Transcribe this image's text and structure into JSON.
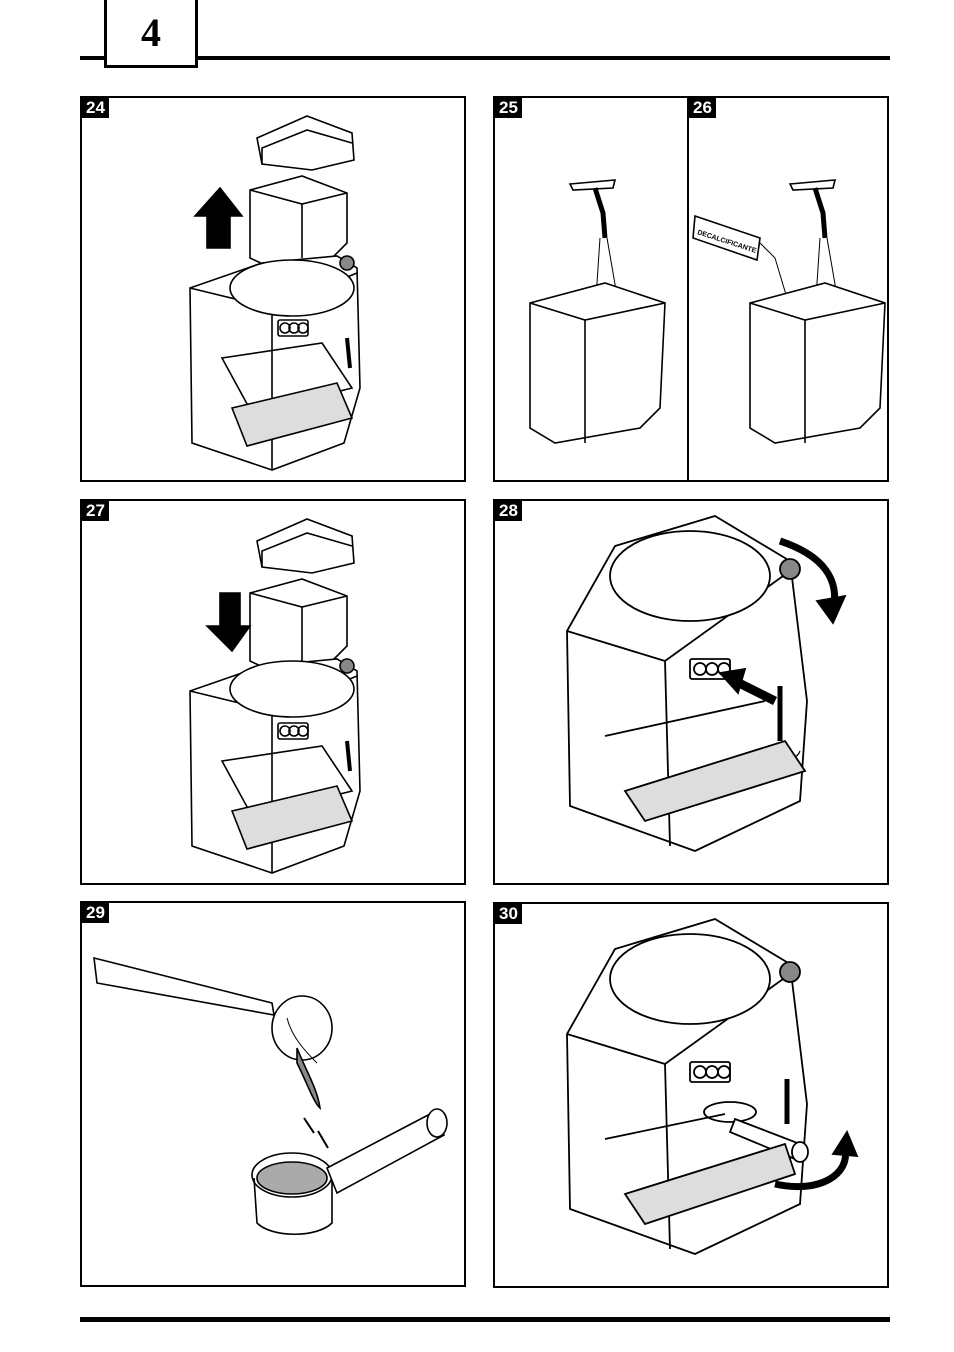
{
  "page": {
    "number": "4"
  },
  "figures": [
    {
      "id": "24",
      "depicts": "water-tank-removal"
    },
    {
      "id": "25",
      "depicts": "tank-filling"
    },
    {
      "id": "26",
      "depicts": "tank-filling-with-descaler"
    },
    {
      "id": "27",
      "depicts": "water-tank-insertion"
    },
    {
      "id": "28",
      "depicts": "steam-knob-turn-and-button"
    },
    {
      "id": "29",
      "depicts": "filling-filter-holder"
    },
    {
      "id": "30",
      "depicts": "filter-holder-attachment"
    }
  ],
  "bottle_label": "DECALCIFICANTE",
  "colors": {
    "ink": "#000000",
    "paper": "#ffffff",
    "mid": "#888888"
  }
}
